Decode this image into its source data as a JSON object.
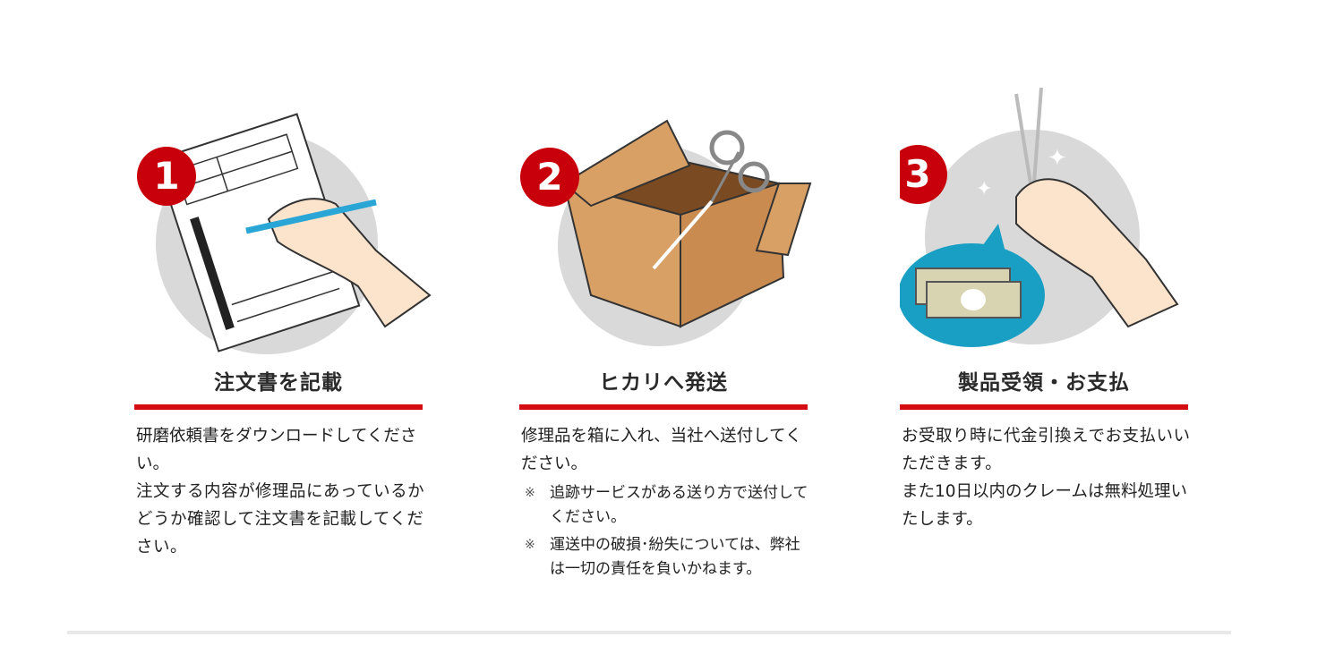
{
  "steps": [
    {
      "number": "1",
      "icon": "order-form-writing-icon",
      "title": "注文書を記載",
      "paragraphs": [
        "研磨依頼書をダウンロードしてください。",
        "注文する内容が修理品にあっているかどうか確認して注文書を記載してください。"
      ],
      "notes": []
    },
    {
      "number": "2",
      "icon": "box-with-scissors-icon",
      "title": "ヒカリへ発送",
      "paragraphs": [
        "修理品を箱に入れ、当社へ送付してください。"
      ],
      "note_mark": "※",
      "notes": [
        "追跡サービスがある送り方で送付してください。",
        "運送中の破損･紛失については、弊社は一切の責任を負いかねます。"
      ]
    },
    {
      "number": "3",
      "icon": "scissors-and-money-icon",
      "title": "製品受領・お支払",
      "paragraphs": [
        "お受取り時に代金引換えでお支払いいただきます。",
        "また10日以内のクレームは無料処理いたします。"
      ],
      "notes": []
    }
  ],
  "colors": {
    "accent_red": "#d40d12",
    "circle_gray": "#d9d9d9",
    "teal": "#1a9fc4"
  }
}
